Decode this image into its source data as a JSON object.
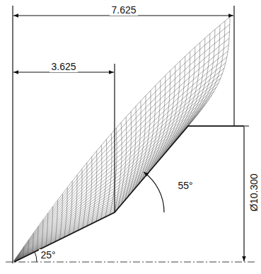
{
  "diagram": {
    "labels": [
      "7.625",
      "3.625",
      "55°",
      "25°",
      "Ø10.300"
    ]
  }
}
